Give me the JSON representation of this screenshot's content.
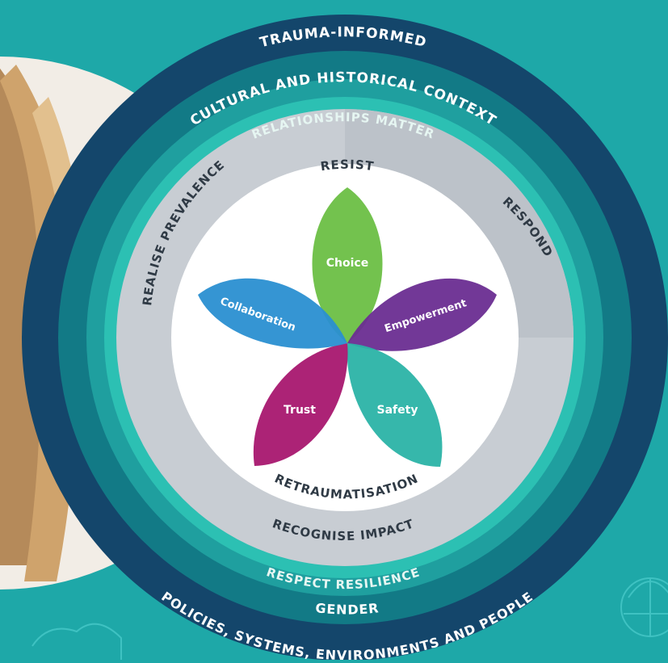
{
  "colors": {
    "background": "#1ea8a8",
    "outer_ring": "#14466b",
    "ring_dark_teal": "#127a86",
    "ring_teal": "#1f9f9f",
    "ring_light_teal": "#2cc0b3",
    "ring_grey": "#c8cdd3",
    "ring_grey_dark": "#a7aeb6",
    "center": "#ffffff",
    "petal_choice": "#6cbf45",
    "petal_empowerment": "#6a2d91",
    "petal_safety": "#2bb3a6",
    "petal_trust": "#a8176f",
    "petal_collaboration": "#2a8fd1",
    "photo_bg": "#f2ede6"
  },
  "rings": {
    "trauma_informed": "TRAUMA-INFORMED",
    "cultural_context": "CULTURAL AND HISTORICAL CONTEXT",
    "relationships": "RELATIONSHIPS MATTER",
    "policies": "POLICIES, SYSTEMS, ENVIRONMENTS AND PEOPLE",
    "gender": "GENDER",
    "respect_resilience": "RESPECT RESILIENCE",
    "recognise_impact": "RECOGNISE IMPACT",
    "realise_prevalence": "REALISE PREVALENCE",
    "respond": "RESPOND"
  },
  "center": {
    "resist": "RESIST",
    "retraumatisation": "RETRAUMATISATION"
  },
  "petals": {
    "choice": "Choice",
    "empowerment": "Empowerment",
    "safety": "Safety",
    "trust": "Trust",
    "collaboration": "Collaboration"
  },
  "icons": [
    "hot-air-balloon-icon",
    "cloud-icon"
  ]
}
